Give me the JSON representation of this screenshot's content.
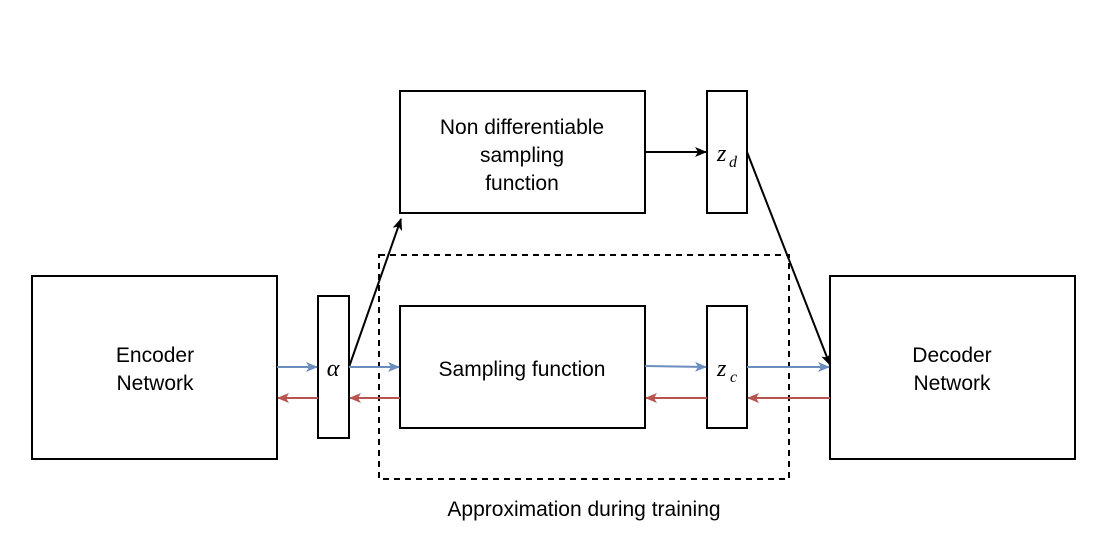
{
  "encoder": {
    "line1": "Encoder",
    "line2": "Network"
  },
  "decoder": {
    "line1": "Decoder",
    "line2": "Network"
  },
  "non_diff": {
    "line1": "Non differentiable",
    "line2": "sampling",
    "line3": "function"
  },
  "sampling": {
    "label": "Sampling function"
  },
  "alpha": {
    "symbol": "α"
  },
  "zd": {
    "base": "z",
    "sub": "d"
  },
  "zc": {
    "base": "z",
    "sub": "c"
  },
  "caption": "Approximation during training",
  "colors": {
    "forward": "#6c8ebf",
    "backward": "#b85450",
    "stroke": "#000000"
  }
}
